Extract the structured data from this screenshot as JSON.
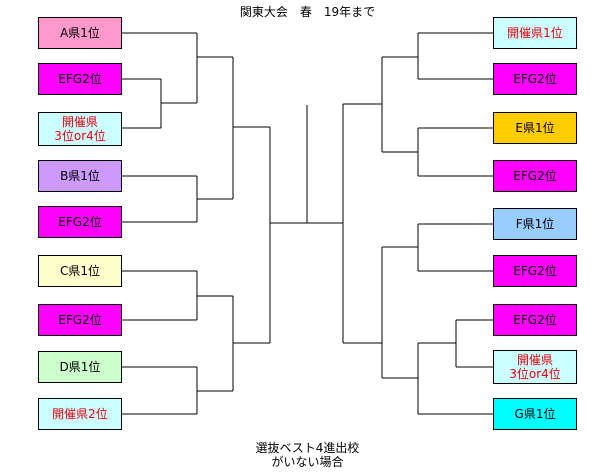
{
  "title": "関東大会　春　19年まで",
  "caption_line1": "選抜ベスト4進出校",
  "caption_line2": "がいない場合",
  "colors": {
    "pink": "#ff99cc",
    "magenta": "#ff00ff",
    "light_cyan": "#ccffff",
    "lavender": "#cc99ff",
    "light_yellow": "#ffffcc",
    "light_green": "#ccffcc",
    "gold": "#ffcc00",
    "light_blue": "#99ccff",
    "cyan": "#00ffff",
    "host_text": "#e8000a"
  },
  "left": [
    {
      "label": "A県1位",
      "color": "#ff99cc",
      "host": false
    },
    {
      "label": "EFG2位",
      "color": "#ff00ff",
      "host": false
    },
    {
      "label": "開催県\n3位or4位",
      "color": "#ccffff",
      "host": true
    },
    {
      "label": "B県1位",
      "color": "#cc99ff",
      "host": false
    },
    {
      "label": "EFG2位",
      "color": "#ff00ff",
      "host": false
    },
    {
      "label": "C県1位",
      "color": "#ffffcc",
      "host": false
    },
    {
      "label": "EFG2位",
      "color": "#ff00ff",
      "host": false
    },
    {
      "label": "D県1位",
      "color": "#ccffcc",
      "host": false
    },
    {
      "label": "開催県2位",
      "color": "#ccffff",
      "host": true
    }
  ],
  "right": [
    {
      "label": "開催県1位",
      "color": "#ccffff",
      "host": true
    },
    {
      "label": "EFG2位",
      "color": "#ff00ff",
      "host": false
    },
    {
      "label": "E県1位",
      "color": "#ffcc00",
      "host": false
    },
    {
      "label": "EFG2位",
      "color": "#ff00ff",
      "host": false
    },
    {
      "label": "F県1位",
      "color": "#99ccff",
      "host": false
    },
    {
      "label": "EFG2位",
      "color": "#ff00ff",
      "host": false
    },
    {
      "label": "EFG2位",
      "color": "#ff00ff",
      "host": false
    },
    {
      "label": "開催県\n3位or4位",
      "color": "#ccffff",
      "host": true
    },
    {
      "label": "G県1位",
      "color": "#00ffff",
      "host": false
    }
  ]
}
